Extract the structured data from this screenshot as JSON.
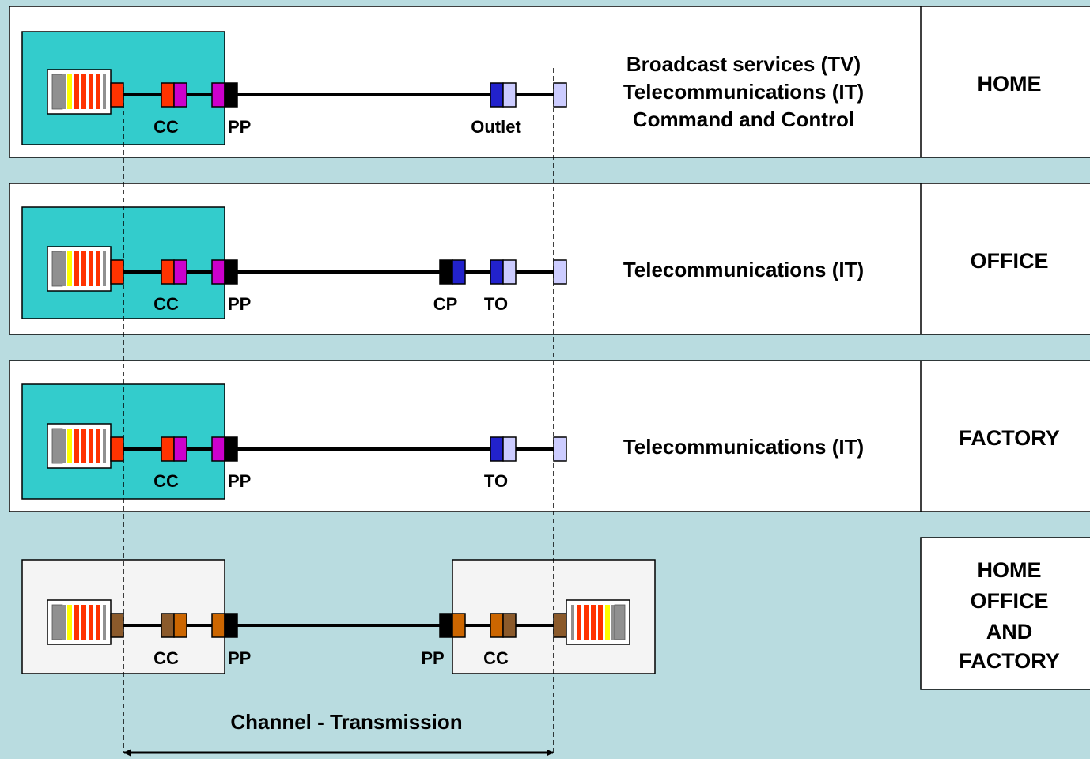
{
  "colors": {
    "background": "#b9dce0",
    "panel": "#ffffff",
    "equipment_box_teal": "#33cccc",
    "equipment_box_neutral": "#f4f4f4",
    "cable": "#000000",
    "connector_red": "#ff3300",
    "connector_magenta": "#cc00cc",
    "connector_black": "#000000",
    "connector_blue": "#2222cc",
    "connector_light_blue": "#ccccff",
    "connector_brown": "#8b5a2b",
    "connector_orange": "#cc6600",
    "rack_gray": "#909090",
    "rack_yellow": "#ffff00",
    "rack_red": "#ff3300"
  },
  "rows": [
    {
      "environment": "HOME",
      "services": [
        "Broadcast services (TV)",
        "Telecommunications (IT)",
        "Command and Control"
      ],
      "labels": {
        "cc": "CC",
        "pp": "PP",
        "outlet": "Outlet"
      }
    },
    {
      "environment": "OFFICE",
      "services": [
        "Telecommunications (IT)"
      ],
      "labels": {
        "cc": "CC",
        "pp": "PP",
        "cp": "CP",
        "to": "TO"
      }
    },
    {
      "environment": "FACTORY",
      "services": [
        "Telecommunications (IT)"
      ],
      "labels": {
        "cc": "CC",
        "pp": "PP",
        "to": "TO"
      }
    }
  ],
  "channel_row": {
    "environment": [
      "HOME",
      "OFFICE",
      "AND",
      "FACTORY"
    ],
    "labels": {
      "cc_left": "CC",
      "pp_left": "PP",
      "pp_right": "PP",
      "cc_right": "CC"
    }
  },
  "channel_label": "Channel - Transmission"
}
